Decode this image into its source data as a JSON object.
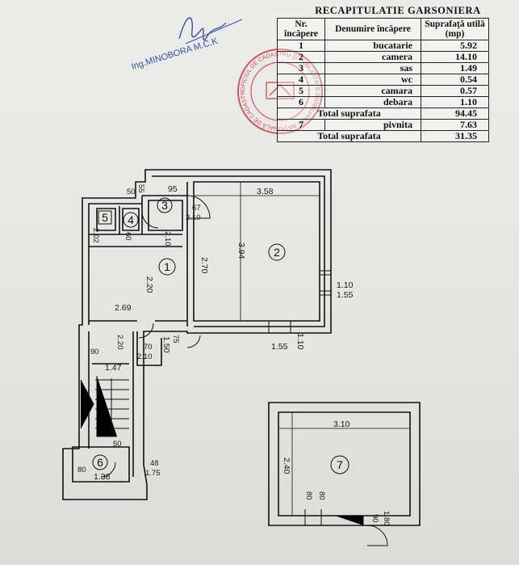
{
  "table": {
    "title": "RECAPITULATIE GARSONIERA",
    "headers": [
      "Nr. încăpere",
      "Denumire încăpere",
      "Suprafaţă utilă (mp)"
    ],
    "rows": [
      {
        "nr": "1",
        "name": "bucatarie",
        "area": "5.92"
      },
      {
        "nr": "2",
        "name": "camera",
        "area": "14.10"
      },
      {
        "nr": "3",
        "name": "sas",
        "area": "1.49"
      },
      {
        "nr": "4",
        "name": "wc",
        "area": "0.54"
      },
      {
        "nr": "5",
        "name": "camara",
        "area": "0.57"
      },
      {
        "nr": "6",
        "name": "debara",
        "area": "1.10"
      }
    ],
    "total_label": "Total suprafata",
    "total_value": "94.45",
    "extra_row": {
      "nr": "7",
      "name": "pivnita",
      "area": "7.63"
    },
    "total2_label": "Total suprafata",
    "total2_value": "31.35"
  },
  "signature": {
    "text": "Ing.MINOBORA M.C.K"
  },
  "stamp": {
    "outer_text": "OFICIUL DE CADASTRU ŞI PUBLICITATE IMOBILIARĂ · NAŢIONALĂ DE CADASTRU ŞI PUBLICITATE",
    "color": "#c8353b"
  },
  "colors": {
    "ink": "#111111",
    "stamp": "#c8353b",
    "signature": "#3b4fa8"
  },
  "plan": {
    "rooms": {
      "r1": "1",
      "r2": "2",
      "r3": "3",
      "r4": "4",
      "r5": "5",
      "r6": "6",
      "r7": "7"
    },
    "dims": {
      "d358": "3.58",
      "d394": "3.94",
      "d270": "2.70",
      "d220": "2.20",
      "d269": "2.69",
      "d95": "95",
      "d67": "67",
      "d210a": "2.10",
      "d50a": "50",
      "d55": "55",
      "d202": "2.02",
      "d60": "60",
      "d210b": "2.10",
      "d110a": "1.10",
      "d155a": "1.55",
      "d110b": "1.10",
      "d155b": "1.55",
      "d150": "1.50",
      "d75": "75",
      "d220b": "2.20",
      "d70": "70",
      "d210c": "2.10",
      "d90a": "90",
      "d147": "1.47",
      "d80a": "80",
      "d138": "1.38",
      "d48": "48",
      "d175": "1.75",
      "d50b": "50",
      "d310": "3.10",
      "d240": "2.40",
      "d80b": "80",
      "d80c": "80",
      "d90b": "90",
      "d180": "1.80"
    }
  }
}
